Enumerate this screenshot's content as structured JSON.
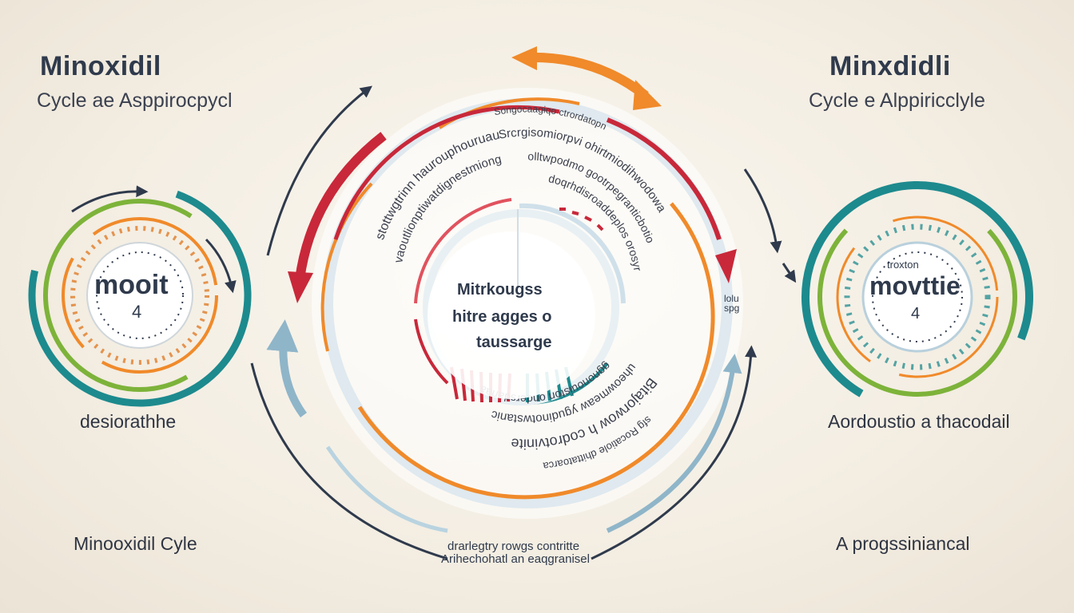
{
  "left": {
    "title": "Minoxidil",
    "subtitle": "Cycle ae Asppirocpycl",
    "badge_main": "mooit",
    "badge_num": "4",
    "caption": "desiorathhe",
    "footer": "Minooxidil Cyle"
  },
  "right": {
    "title": "Minxdidli",
    "subtitle": "Cycle e Alppiricclyle",
    "badge_top": "troxton",
    "badge_main": "movttie",
    "badge_num": "4",
    "caption": "Aordoustio a thacodail",
    "footer": "A progssiniancal"
  },
  "center": {
    "line1": "Mitrkougss",
    "line2": "hitre agges o",
    "line3": "taussarge",
    "side_label": "lolu spg",
    "ring_texts": [
      "sfg Rocatiole dhittatoarca",
      "Bitajorwow h codrotvinite",
      "uheowmeaw ygudinotwstanic",
      "ggnonouiston ondersdanaa",
      "stottwgtrinn haurouphouruau",
      "vaoutlionptiwatdignestmiong",
      "Srcrgisomiorpvi ohirtmiodihwodowa",
      "olltwpodmo gootrpegranticbotio",
      "Songocaagiqo ctrordatopn",
      "doqrhdisroaddeplos orosyr"
    ],
    "bottom_line1": "drarlegtry rowgs contritte",
    "bottom_line2": "Arihechohatl an eaqgranisel"
  },
  "colors": {
    "navy": "#2f3a4c",
    "orange": "#f08a2a",
    "red": "#c8283a",
    "teal": "#1d8a8e",
    "green": "#7db33a",
    "lightblue": "#8fb5c9"
  }
}
